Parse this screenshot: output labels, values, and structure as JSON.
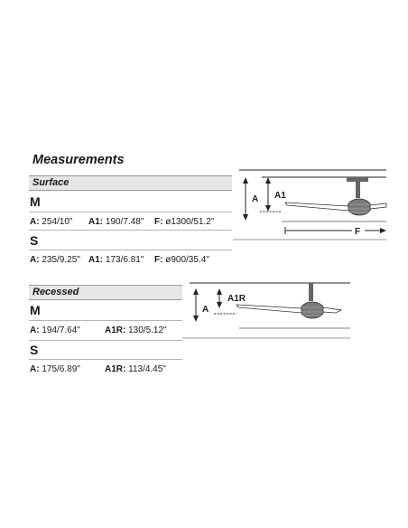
{
  "title": "Measurements",
  "surface": {
    "label": "Surface",
    "models": [
      {
        "size": "M",
        "specs": [
          {
            "key": "A:",
            "value": "254/10\""
          },
          {
            "key": "A1:",
            "value": "190/7.48\""
          },
          {
            "key": "F:",
            "value": "ø1300/51.2''"
          }
        ]
      },
      {
        "size": "S",
        "specs": [
          {
            "key": "A:",
            "value": "235/9.25\""
          },
          {
            "key": "A1:",
            "value": "173/6.81\""
          },
          {
            "key": "F:",
            "value": "ø900/35.4''"
          }
        ]
      }
    ],
    "diagram": {
      "label_a": "A",
      "label_a1": "A1",
      "label_f": "F"
    }
  },
  "recessed": {
    "label": "Recessed",
    "models": [
      {
        "size": "M",
        "specs": [
          {
            "key": "A:",
            "value": "194/7.64\""
          },
          {
            "key": "A1R:",
            "value": "130/5.12\""
          }
        ]
      },
      {
        "size": "S",
        "specs": [
          {
            "key": "A:",
            "value": "175/6.89\""
          },
          {
            "key": "A1R:",
            "value": "113/4.45\""
          }
        ]
      }
    ],
    "diagram": {
      "label_a": "A",
      "label_a1r": "A1R"
    }
  }
}
